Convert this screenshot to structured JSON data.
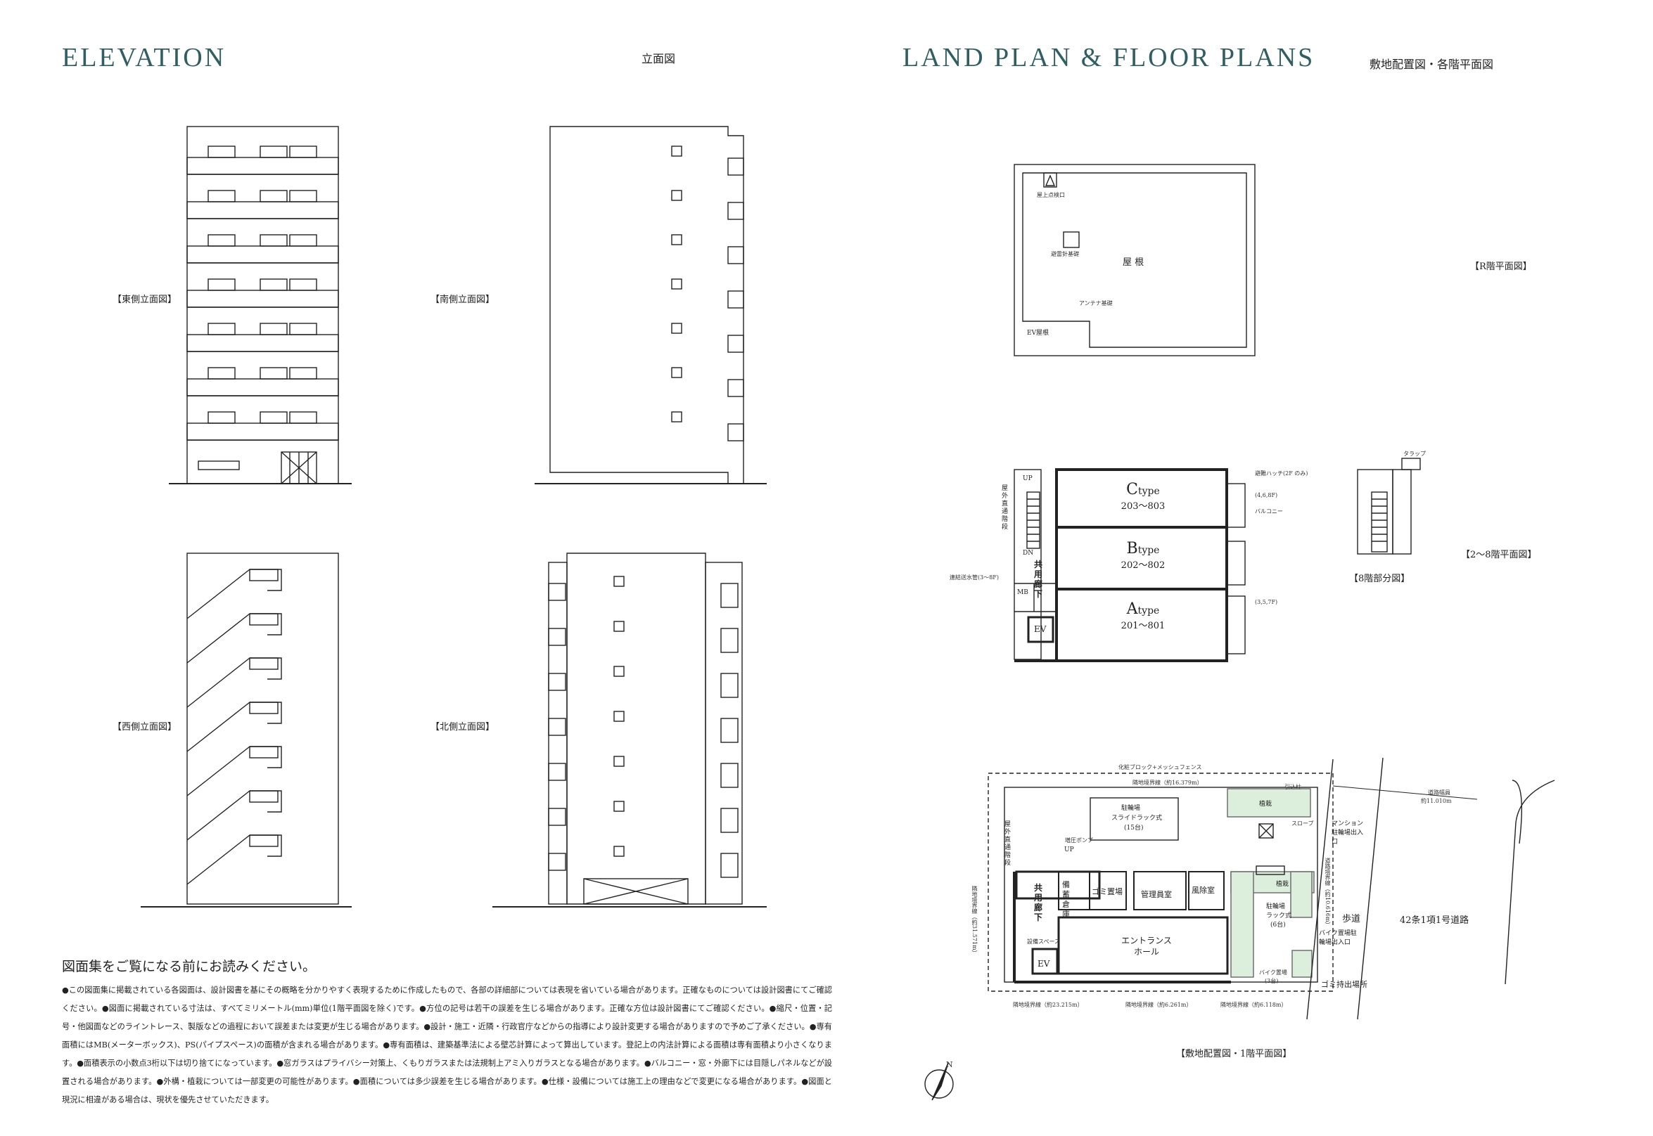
{
  "elevation": {
    "title_en": "ELEVATION",
    "title_jp": "立面図",
    "east_label": "【東側立面図】",
    "south_label": "【南側立面図】",
    "west_label": "【西側立面図】",
    "north_label": "【北側立面図】"
  },
  "plans": {
    "title_en": "LAND PLAN & FLOOR PLANS",
    "title_jp": "敷地配置図・各階平面図",
    "roof_plan_label": "【R階平面図】",
    "typical_plan_label": "【2～8階平面図】",
    "eighth_partial_label": "【8階部分図】",
    "site_plan_label": "【敷地配置図・1階平面図】"
  },
  "roof": {
    "roof_hatch": "屋上点検口",
    "lightning_base": "避雷針基礎",
    "roof": "屋 根",
    "antenna_base": "アンテナ基礎",
    "ev_roof": "EV屋根"
  },
  "typical": {
    "units": [
      {
        "type_letter": "C",
        "type_suffix": "type",
        "rooms": "203～803"
      },
      {
        "type_letter": "B",
        "type_suffix": "type",
        "rooms": "202～802"
      },
      {
        "type_letter": "A",
        "type_suffix": "type",
        "rooms": "201～801"
      }
    ],
    "evac_hatch": "避難ハッチ(2F のみ)",
    "floors_468": "(4,6,8F)",
    "floors_357": "(3,5,7F)",
    "balcony": "バルコニー",
    "up": "UP",
    "dn": "DN",
    "outdoor_stairs": "屋外直通階段",
    "common_corridor": "共用廊下",
    "mb": "MB",
    "ev": "EV",
    "standpipe": "連結送水管(3～8F)",
    "trap": "タラップ"
  },
  "site": {
    "fence": "化粧ブロック+メッシュフェンス",
    "boundary_top": "隣地境界線（約16.379m）",
    "road_width": "道路幅員",
    "road_width_value": "約11.010m",
    "bicycle_parking_1": "駐輪場",
    "slide_rack": "スライドラック式",
    "slide_rack_count": "(15台)",
    "booster_pump": "増圧ポンプ",
    "planting": "植栽",
    "slope": "スロープ",
    "lead_pole": "引込柱",
    "mansion_bike_entrance": "マンション駐輪場出入口",
    "storage": "備蓄倉庫",
    "garbage": "ゴミ置場",
    "manager_room": "管理員室",
    "wind_room": "風除室",
    "bicycle_parking_2": "駐輪場",
    "rack_type": "ラック式",
    "rack_count": "(6台)",
    "sidewalk": "歩道",
    "road_name": "42条1項1号道路",
    "bike_parking_entrance": "バイク置場駐輪場出入口",
    "bike_parking": "バイク置場",
    "bike_parking_count": "(3台)",
    "garbage_exit": "ゴミ持出場所",
    "entrance_hall": "エントランスホール",
    "equipment_space": "設備スペース",
    "ev": "EV",
    "up": "UP",
    "corridor": "共用廊下",
    "outdoor_stairs": "屋外直通階段",
    "boundary_bottom_1": "隣地境界線（約23.215m）",
    "boundary_bottom_2": "隣地境界線（約6.261m）",
    "boundary_bottom_3": "隣地境界線（約6.118m）",
    "boundary_left": "隣地境界線（約31.571m）",
    "boundary_right": "道路境界線（約10.616m）",
    "north": "N"
  },
  "notes": {
    "title": "図面集をご覧になる前にお読みください。",
    "body": "●この図面集に掲載されている各図面は、設計図書を基にその概略を分かりやすく表現するために作成したもので、各部の詳細部については表現を省いている場合があります。正確なものについては設計図書にてご確認ください。●図面に掲載されている寸法は、すべてミリメートル(mm)単位(1階平面図を除く)です。●方位の記号は若干の誤差を生じる場合があります。正確な方位は設計図書にてご確認ください。●縮尺・位置・記号・他図面などのライントレース、製版などの過程において誤差または変更が生じる場合があります。●設計・施工・近隣・行政官庁などからの指導により設計変更する場合がありますので予めご了承ください。●専有面積にはMB(メーターボックス)、PS(パイプスペース)の面積が含まれる場合があります。●専有面積は、建築基準法による壁芯計算によって算出しています。登記上の内法計算による面積は専有面積より小さくなります。●面積表示の小数点3桁以下は切り捨てになっています。●窓ガラスはプライバシー対策上、くもりガラスまたは法規制上アミ入りガラスとなる場合があります。●バルコニー・窓・外廊下には目隠しパネルなどが設置される場合があります。●外構・植栽については一部変更の可能性があります。●面積については多少誤差を生じる場合があります。●仕様・設備については施工上の理由などで変更になる場合があります。●図面と現況に相違がある場合は、現状を優先させていただきます。"
  },
  "colors": {
    "title_teal": "#2f5e63",
    "planting_green": "#dcefdc",
    "wall_black": "#111111"
  }
}
